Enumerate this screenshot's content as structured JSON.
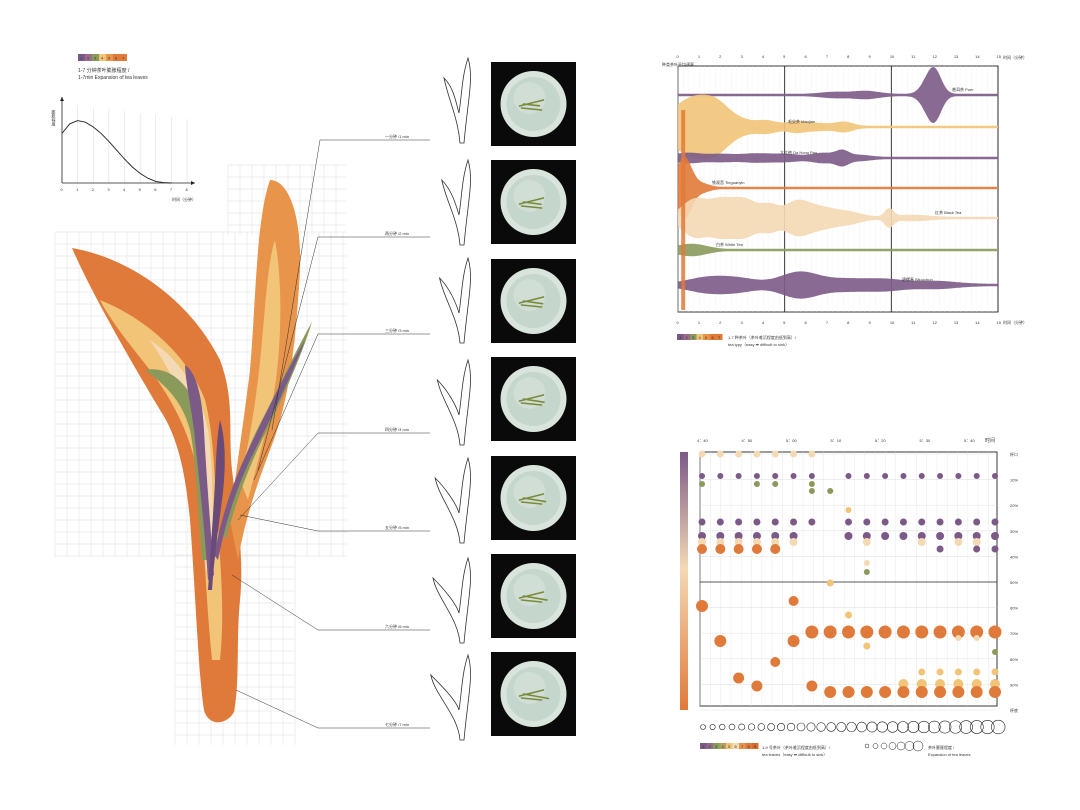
{
  "expansion": {
    "legend_numbers": [
      "1",
      "2",
      "3",
      "4",
      "5",
      "6",
      "7"
    ],
    "title_cn": "1-7 分钟茶叶膨胀程度 /",
    "title_en": "1-7min Expansion of tea leaves",
    "curve": {
      "ylabel": "膨胀程度",
      "xlabel": "时间（分钟）",
      "x_ticks": [
        "0",
        "1",
        "2",
        "3",
        "4",
        "5",
        "6",
        "7",
        "8"
      ],
      "x": [
        0,
        0.5,
        1,
        1.5,
        2,
        2.5,
        3,
        3.5,
        4,
        4.5,
        5,
        5.5,
        6,
        6.5,
        7
      ],
      "y": [
        0.62,
        0.74,
        0.78,
        0.76,
        0.7,
        0.62,
        0.52,
        0.41,
        0.3,
        0.2,
        0.12,
        0.06,
        0.02,
        0.005,
        0
      ]
    },
    "steps": [
      {
        "label": "一分钟 /1 min"
      },
      {
        "label": "两分钟 /2 min"
      },
      {
        "label": "三分钟 /3 min"
      },
      {
        "label": "四分钟 /4 min"
      },
      {
        "label": "五分钟 /5 min"
      },
      {
        "label": "六分钟 /6 min"
      },
      {
        "label": "七分钟 /7 min"
      }
    ],
    "leaf_colors": [
      "#e07a3a",
      "#e8944a",
      "#f2c478",
      "#f4d9b5",
      "#c8b070",
      "#8a9a5b",
      "#7b5a87"
    ]
  },
  "sinking": {
    "x_ticks": [
      "0",
      "1",
      "2",
      "3",
      "4",
      "5",
      "6",
      "7",
      "8",
      "9",
      "10",
      "11",
      "12",
      "13",
      "14",
      "15"
    ],
    "x_unit": "时间（分钟）",
    "y_label": "种类茶叶平均速率",
    "legend_numbers": [
      "1",
      "2",
      "3",
      "4",
      "5",
      "6",
      "7"
    ],
    "legend_cn": "1-7 种茶叶（茶叶难沉程度由低到高）/",
    "legend_en": "tea typy（easy ➡ difficult to sink）",
    "teas": [
      {
        "name": "毛尖茶 Maojian",
        "color": "#f2c478"
      },
      {
        "name": "铁观音 Tieguanyin",
        "color": "#e07a3a"
      },
      {
        "name": "大红袍 Da Hong Pao",
        "color": "#f4d9b5"
      },
      {
        "name": "碧螺春 Biluochun",
        "color": "#7b5a87"
      },
      {
        "name": "普洱茶 Pu'er",
        "color": "#7b5a87"
      },
      {
        "name": "白茶 White Tea",
        "color": "#8a9a5b"
      },
      {
        "name": "红茶 Black Tea",
        "color": "#e8944a"
      }
    ]
  },
  "positions": {
    "x_ticks": [
      "4：40",
      "4：50",
      "5：00",
      "5：10",
      "5：20",
      "5：30",
      "5：40"
    ],
    "x_unit": "时间",
    "y_ticks": [
      "杯口",
      "10%",
      "20%",
      "30%",
      "40%",
      "50%",
      "60%",
      "70%",
      "80%",
      "90%",
      "杯底"
    ],
    "legend_numbers": [
      "1",
      "2",
      "3",
      "4",
      "5",
      "6",
      "7",
      "8",
      "9"
    ],
    "legend_cn": "1-9 号茶叶（茶叶难沉程度由低到高）/",
    "legend_en": "tea leaves（easy ➡ difficult to sink）",
    "size_legend_cn": "茶叶膨胀程度 /",
    "size_legend_en": "Expansion of tea leaves"
  },
  "colors": {
    "orange": "#e07a3a",
    "light_orange": "#e8944a",
    "yellow": "#f2c478",
    "peach": "#f4d9b5",
    "olive": "#8a9a5b",
    "plum": "#7b5a87",
    "grid": "#cccccc"
  }
}
